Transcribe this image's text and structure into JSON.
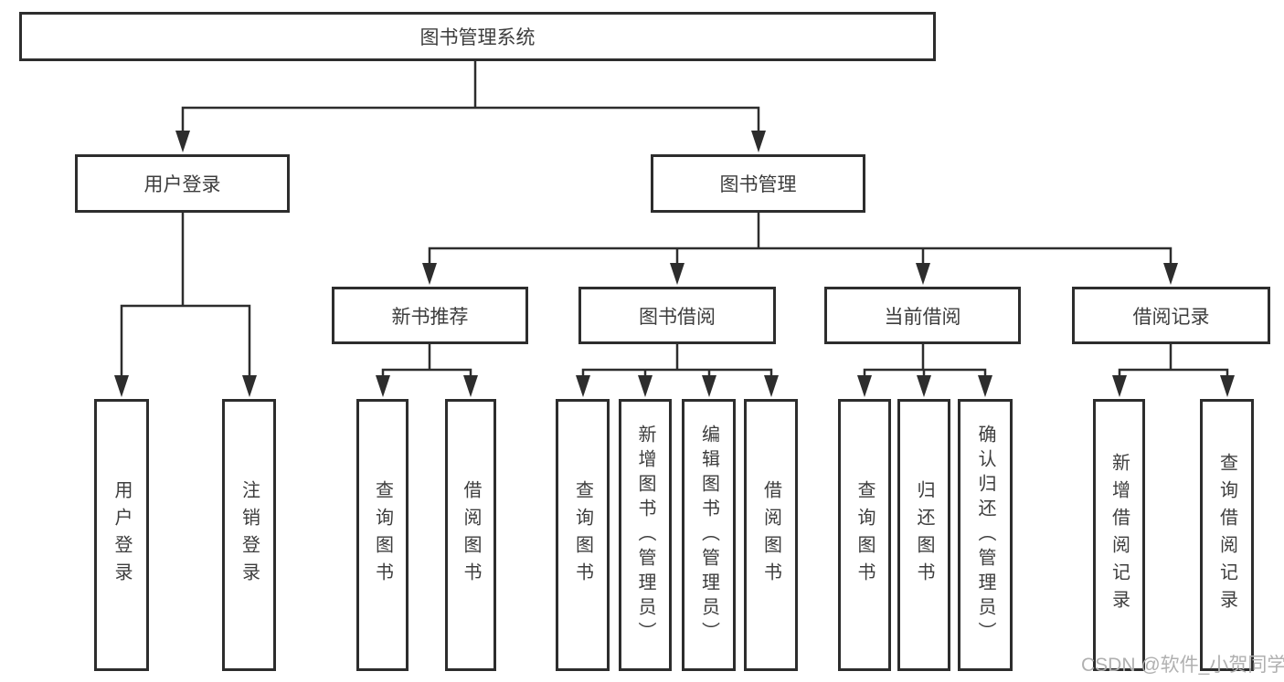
{
  "diagram_title": "图书管理系统",
  "tree": {
    "label": "图书管理系统",
    "children": [
      {
        "label": "用户登录",
        "children": [
          {
            "label": "用户登录"
          },
          {
            "label": "注销登录"
          }
        ]
      },
      {
        "label": "图书管理",
        "children": [
          {
            "label": "新书推荐",
            "children": [
              {
                "label": "查询图书"
              },
              {
                "label": "借阅图书"
              }
            ]
          },
          {
            "label": "图书借阅",
            "children": [
              {
                "label": "查询图书"
              },
              {
                "label": "新增图书（管理员）"
              },
              {
                "label": "编辑图书（管理员）"
              },
              {
                "label": "借阅图书"
              }
            ]
          },
          {
            "label": "当前借阅",
            "children": [
              {
                "label": "查询图书"
              },
              {
                "label": "归还图书"
              },
              {
                "label": "确认归还（管理员）"
              }
            ]
          },
          {
            "label": "借阅记录",
            "children": [
              {
                "label": "新增借阅记录"
              },
              {
                "label": "查询借阅记录"
              }
            ]
          }
        ]
      }
    ]
  },
  "watermark": {
    "text": "CSDN @软件_小贺同学"
  },
  "colors": {
    "line": "#2d2d2d",
    "box_border": "#2d2d2d",
    "text": "#3d3d3d",
    "background": "#ffffff",
    "watermark": "#b0b0b0"
  }
}
